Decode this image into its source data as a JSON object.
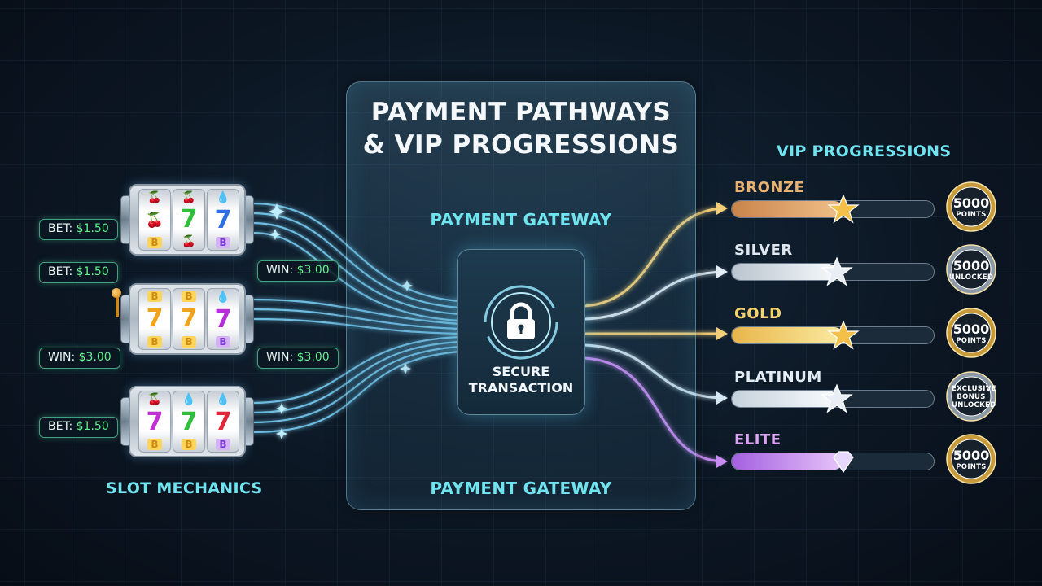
{
  "title_line1": "PAYMENT PATHWAYS",
  "title_line2": "& VIP PROGRESSIONS",
  "gateway_top": "PAYMENT GATEWAY",
  "gateway_bottom": "PAYMENT GATEWAY",
  "secure_line1": "SECURE",
  "secure_line2": "TRANSACTION",
  "slot_section": "SLOT MECHANICS",
  "vip_section": "VIP PROGRESSIONS",
  "tags": [
    {
      "label": "BET: ",
      "amount": "$1.50"
    },
    {
      "label": "BET: ",
      "amount": "$1.50"
    },
    {
      "label": "WIN: ",
      "amount": "$3.00"
    },
    {
      "label": "WIN: ",
      "amount": "$3.00"
    },
    {
      "label": "WIN: ",
      "amount": "$3.00"
    },
    {
      "label": "BET: ",
      "amount": "$1.50"
    }
  ],
  "tiers": [
    {
      "name": "BRONZE",
      "progress": 0.55,
      "badge_value": "5000",
      "badge_caption": "POINTS",
      "color": "#e8b272"
    },
    {
      "name": "SILVER",
      "progress": 0.52,
      "badge_value": "5000",
      "badge_caption": "UNLOCKED",
      "color": "#dfe6ee"
    },
    {
      "name": "GOLD",
      "progress": 0.55,
      "badge_value": "5000",
      "badge_caption": "POINTS",
      "color": "#f4d36a"
    },
    {
      "name": "PLATINUM",
      "progress": 0.52,
      "badge_value": "",
      "badge_caption": "EXCLUSIVE BONUS UNLOCKED",
      "color": "#e4ecf3"
    },
    {
      "name": "ELITE",
      "progress": 0.55,
      "badge_value": "5000",
      "badge_caption": "POINTS",
      "color": "#d9a5f2"
    }
  ],
  "colors": {
    "accent_cyan": "#6fe3ee",
    "bet_amount": "#5ef08c",
    "flow_blue": "#7fd8ff",
    "flow_gold": "#f2cf78",
    "flow_purple": "#c78bf2"
  }
}
